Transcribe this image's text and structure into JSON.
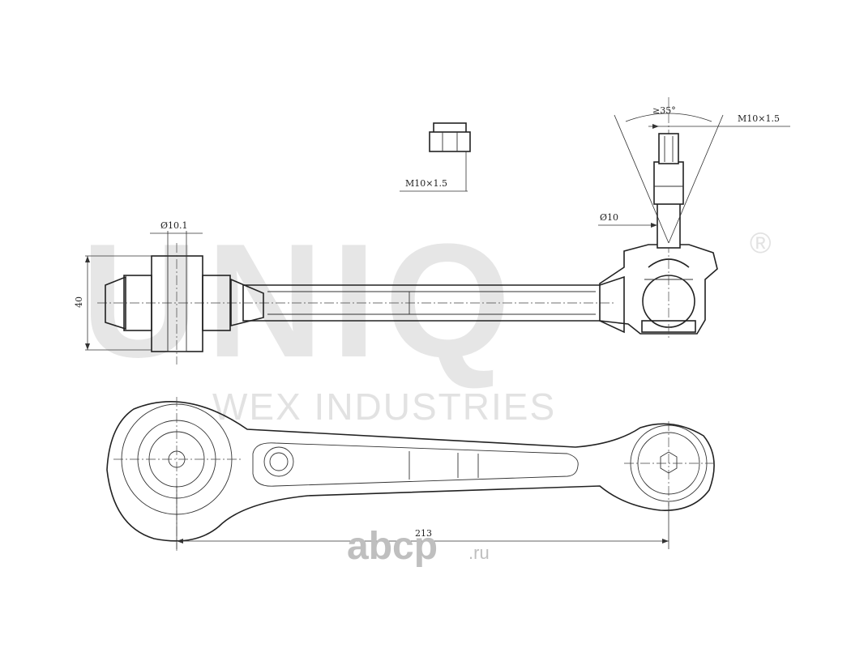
{
  "watermark": {
    "brand": "UNIQ",
    "registered": "®",
    "company": "WEX INDUSTRIES"
  },
  "site": {
    "name": "abcp",
    "tld": ".ru"
  },
  "dimensions": {
    "nut_thread": "M10×1.5",
    "stud_thread": "M10×1.5",
    "cone_angle": "≥35°",
    "stud_diameter": "Ø10",
    "bushing_bore": "Ø10.1",
    "bushing_width": "40",
    "overall_length": "213"
  }
}
